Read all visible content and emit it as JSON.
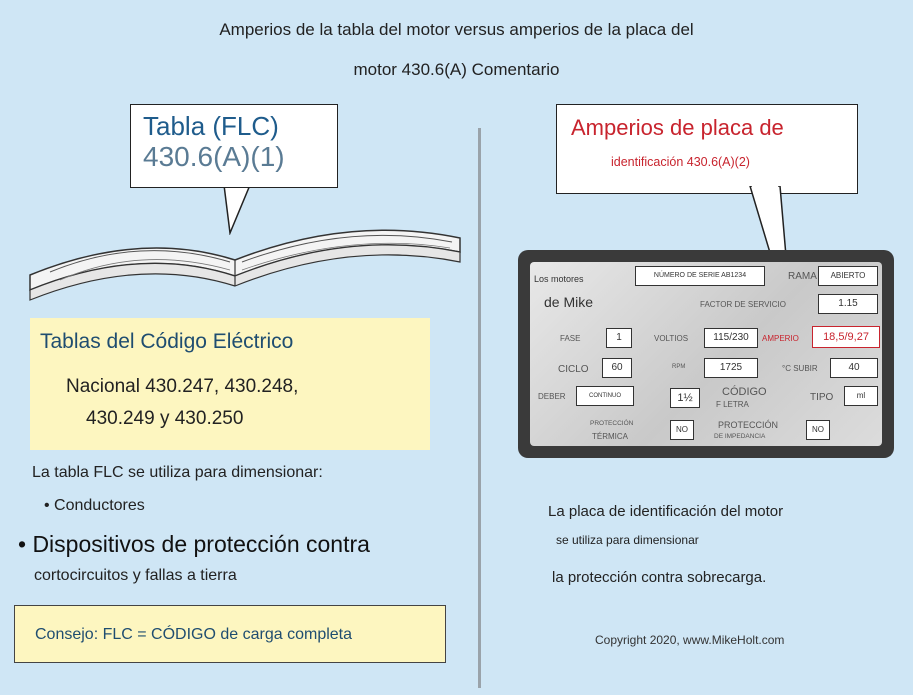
{
  "title": {
    "line1": "Amperios de la tabla del motor versus amperios de la placa del",
    "line2": "motor 430.6(A) Comentario"
  },
  "flc_callout": {
    "title": "Tabla (FLC)",
    "ref": "430.6(A)(1)"
  },
  "nameplate_callout": {
    "title": "Amperios de placa de",
    "ref": "identificación 430.6(A)(2)"
  },
  "code_tables": {
    "heading": "Tablas del Código Eléctrico",
    "line1": "Nacional 430.247, 430.248,",
    "line2": "430.249 y 430.250"
  },
  "flc_usage": {
    "intro": "La tabla FLC se utiliza para dimensionar:",
    "item1": "• Conductores",
    "item2": "• Dispositivos de protección contra",
    "item2_cont": "cortocircuitos y fallas a tierra"
  },
  "tip": "Consejo: FLC = CÓDIGO de carga completa",
  "nameplate": {
    "company_line1": "Los motores",
    "company_line2": "de Mike",
    "serial_label": "NÚMERO DE SERIE AB1234",
    "frame_label": "RAMA",
    "frame_value": "ABIERTO",
    "service_factor_label": "FACTOR DE SERVICIO",
    "service_factor_value": "1.15",
    "phase_label": "FASE",
    "phase_value": "1",
    "volts_label": "VOLTIOS",
    "volts_value": "115/230",
    "amps_label": "AMPERIO",
    "amps_value": "18,5/9,27",
    "cycle_label": "CICLO",
    "cycle_value": "60",
    "rpm_label": "RPM",
    "rpm_value": "1725",
    "temp_label": "°C SUBIR",
    "temp_value": "40",
    "duty_label": "DEBER",
    "duty_value": "CONTINUO",
    "hp_value": "1½",
    "code_label": "CÓDIGO",
    "letter_label": "F LETRA",
    "type_label": "TIPO",
    "type_value": "ml",
    "thermal_label_1": "PROTECCIÓN",
    "thermal_label_2": "TÉRMICA",
    "thermal_value": "NO",
    "impedance_label_1": "PROTECCIÓN",
    "impedance_label_2": "DE IMPEDANCIA",
    "impedance_value": "NO"
  },
  "nameplate_usage": {
    "line1": "La placa de identificación del motor",
    "line2": "se utiliza para dimensionar",
    "line3": "la protección contra sobrecarga."
  },
  "copyright": "Copyright 2020, www.MikeHolt.com",
  "colors": {
    "background": "#cfe6f5",
    "flc_blue": "#1f5c8c",
    "nameplate_red": "#c8242e",
    "highlight_yellow": "#fdf6c0"
  }
}
